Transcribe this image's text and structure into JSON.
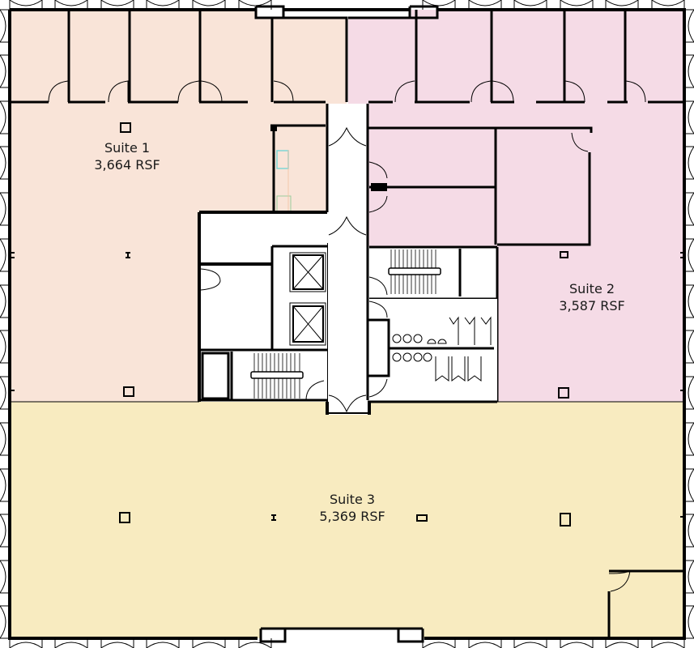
{
  "plan": {
    "type": "floor_plan",
    "colors": {
      "suite1": "#f9e4d8",
      "suite2": "#f5dbe6",
      "suite3": "#f8ebc0",
      "core": "#ffffff",
      "wall": "#000000",
      "sink_fixture": "#7fd6d6",
      "appliance_fixture": "#9ccc9c"
    },
    "suites": [
      {
        "name": "Suite 1",
        "area": "3,664 RSF",
        "color": "#f9e4d8"
      },
      {
        "name": "Suite 2",
        "area": "3,587 RSF",
        "color": "#f5dbe6"
      },
      {
        "name": "Suite 3",
        "area": "5,369 RSF",
        "color": "#f8ebc0"
      }
    ],
    "core": {
      "elevators": 2,
      "stairs": 2,
      "restrooms": 2
    }
  }
}
